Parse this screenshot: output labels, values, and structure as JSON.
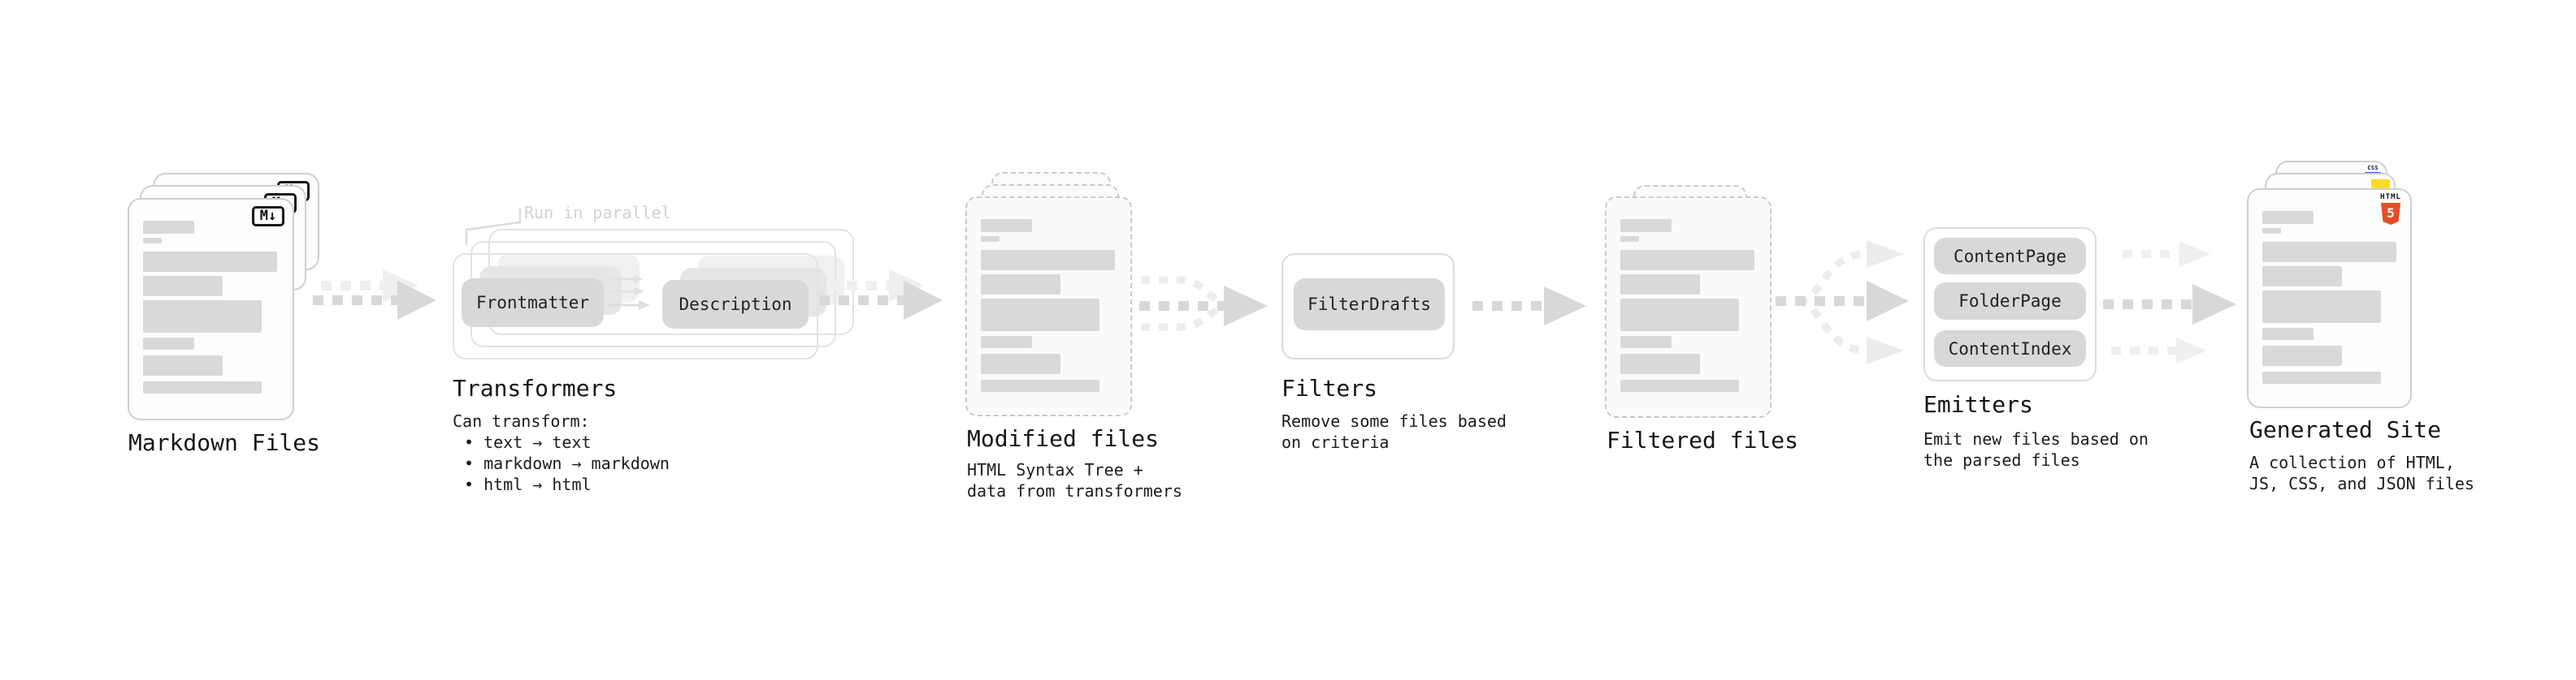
{
  "stages": {
    "markdown_files": {
      "title": "Markdown Files",
      "badge": "M↓"
    },
    "transformers": {
      "title": "Transformers",
      "note": "Run in parallel",
      "source_box": "Frontmatter",
      "target_box": "Description",
      "desc_heading": "Can transform:",
      "bullets": [
        "• text → text",
        "• markdown → markdown",
        "• html → html"
      ]
    },
    "modified_files": {
      "title": "Modified files",
      "desc": "HTML Syntax Tree +\ndata from transformers"
    },
    "filters": {
      "title": "Filters",
      "box": "FilterDrafts",
      "desc": "Remove some files based\non criteria"
    },
    "filtered_files": {
      "title": "Filtered files"
    },
    "emitters": {
      "title": "Emitters",
      "boxes": [
        "ContentPage",
        "FolderPage",
        "ContentIndex"
      ],
      "desc": "Emit new files based on\nthe parsed files"
    },
    "generated_site": {
      "title": "Generated Site",
      "desc": "A collection of HTML,\nJS, CSS, and JSON files",
      "badges": {
        "html_label": "HTML",
        "html_number": "5",
        "css_label": "CSS"
      }
    }
  },
  "colors": {
    "title_text": "#161616",
    "note_text": "#d2d2d2",
    "card_border": "#cfcfcf",
    "dashed_border": "#c9c9c9",
    "bar_fill": "#d9d9d9",
    "chip_fill": "#d8d8d8",
    "arrow_dark": "#d8d8d8",
    "arrow_light": "#eeeeee",
    "html5_orange": "#e44d26",
    "js_yellow": "#f7df1e",
    "css_blue": "#2965f1"
  }
}
